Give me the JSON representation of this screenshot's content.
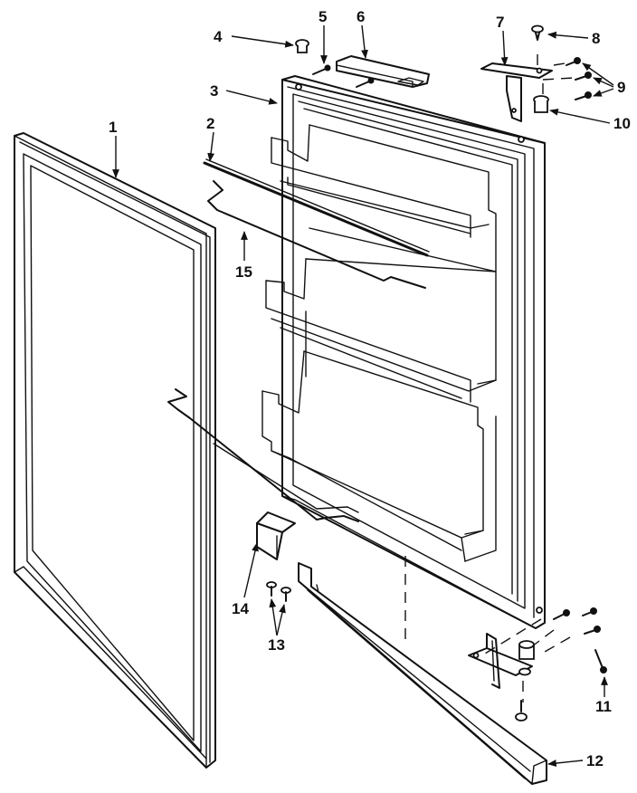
{
  "callouts": [
    {
      "id": "c1",
      "text": "1"
    },
    {
      "id": "c2",
      "text": "2"
    },
    {
      "id": "c3",
      "text": "3"
    },
    {
      "id": "c4",
      "text": "4"
    },
    {
      "id": "c5",
      "text": "5"
    },
    {
      "id": "c6",
      "text": "6"
    },
    {
      "id": "c7",
      "text": "7"
    },
    {
      "id": "c8",
      "text": "8"
    },
    {
      "id": "c9",
      "text": "9"
    },
    {
      "id": "c10",
      "text": "10"
    },
    {
      "id": "c11",
      "text": "11"
    },
    {
      "id": "c12",
      "text": "12"
    },
    {
      "id": "c13",
      "text": "13"
    },
    {
      "id": "c14",
      "text": "14"
    },
    {
      "id": "c15",
      "text": "15"
    }
  ]
}
